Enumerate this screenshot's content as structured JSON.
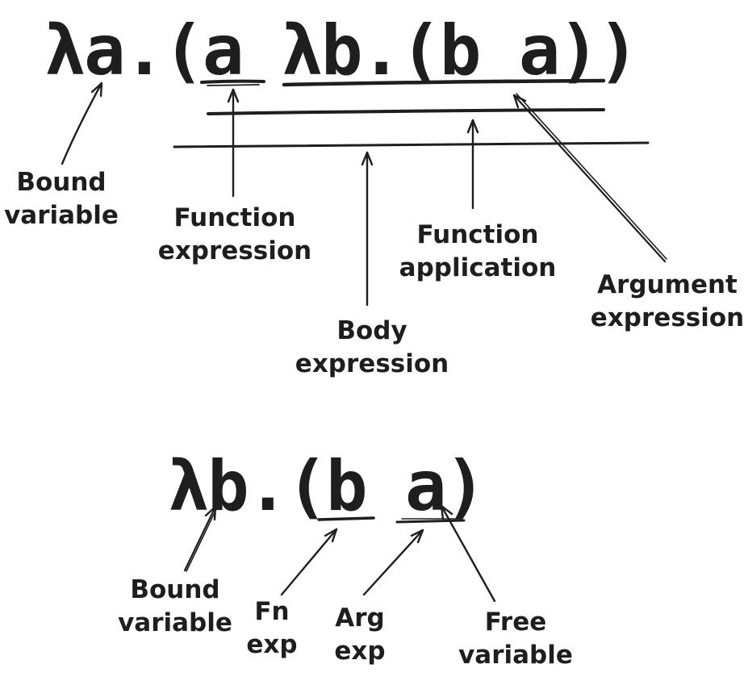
{
  "colors": {
    "background": "#ffffff",
    "ink": "#1e1e1e"
  },
  "top_diagram": {
    "expression": "λa.(a λb.(b a))",
    "labels": {
      "bound_variable": "Bound\nvariable",
      "function_expression": "Function\nexpression",
      "function_application": "Function\napplication",
      "argument_expression": "Argument\nexpression",
      "body_expression": "Body\nexpression"
    }
  },
  "bottom_diagram": {
    "expression": "λb.(b a)",
    "labels": {
      "bound_variable": "Bound\nvariable",
      "fn_exp": "Fn\nexp",
      "arg_exp": "Arg\nexp",
      "free_variable": "Free\nvariable"
    }
  }
}
